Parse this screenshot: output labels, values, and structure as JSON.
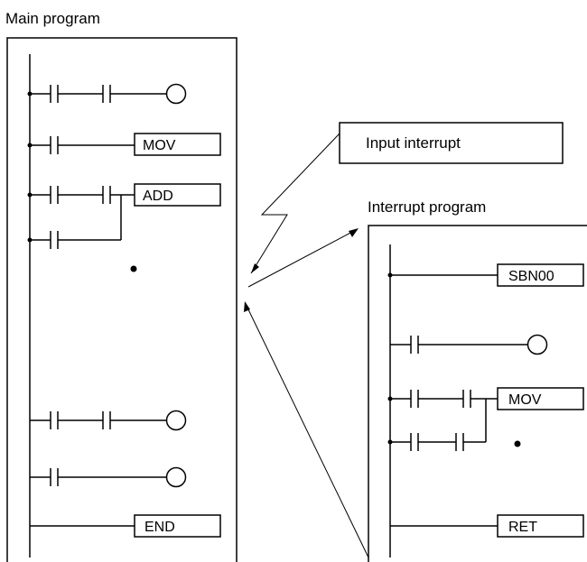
{
  "diagram": {
    "main_program_label": "Main program",
    "interrupt_program_label": "Interrupt program",
    "input_interrupt_label": "Input interrupt",
    "main_instructions": {
      "mov": "MOV",
      "add": "ADD",
      "end": "END"
    },
    "interrupt_instructions": {
      "sbn": "SBN00",
      "mov": "MOV",
      "ret": "RET"
    }
  }
}
